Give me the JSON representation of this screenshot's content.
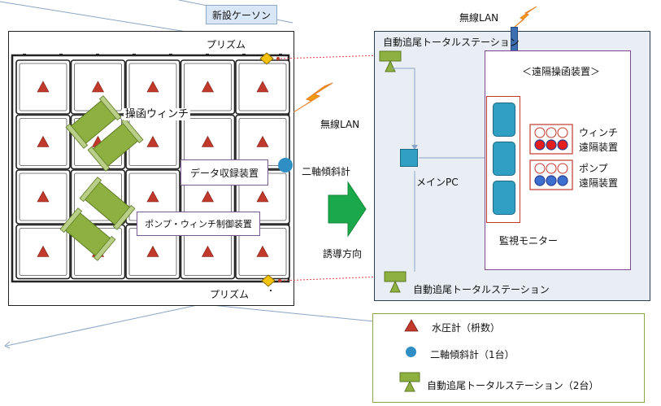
{
  "caisson": {
    "title": "新設ケーソン",
    "prism_top": "プリズム",
    "prism_bottom": "プリズム",
    "winch_label": "操函ウィンチ",
    "data_recorder": "データ収録装置",
    "pump_controller": "ポンプ・ウィンチ制御装置",
    "tilt_meter": "二軸傾斜計"
  },
  "labels": {
    "wireless_lan_left": "無線LAN",
    "wireless_lan_top": "無線LAN",
    "direction": "誘導方向"
  },
  "station": {
    "title_top": "自動追尾トータルステーション",
    "title_bottom": "自動追尾トータルステーション",
    "main_pc": "メインPC",
    "remote_title": "＜遠隔操函装置＞",
    "winch_title": "ウィンチ",
    "winch_sub": "遠隔装置",
    "pump_title": "ポンプ",
    "pump_sub": "遠隔装置",
    "monitor": "監視モニター"
  },
  "legend": {
    "items": [
      {
        "label": "水圧計（枡数）",
        "icon": "red-triangle"
      },
      {
        "label": "二軸傾斜計（1台）",
        "icon": "blue-circle"
      },
      {
        "label": "自動追尾トータルステーション（2台）",
        "icon": "total-station"
      }
    ]
  },
  "colors": {
    "triangle": "#c0392b",
    "circle": "#2f8fc4",
    "station_green": "#8db040",
    "arrow_green": "#1aa84a",
    "panel_bg": "#e8eef3",
    "bolt": "#f39c12"
  }
}
